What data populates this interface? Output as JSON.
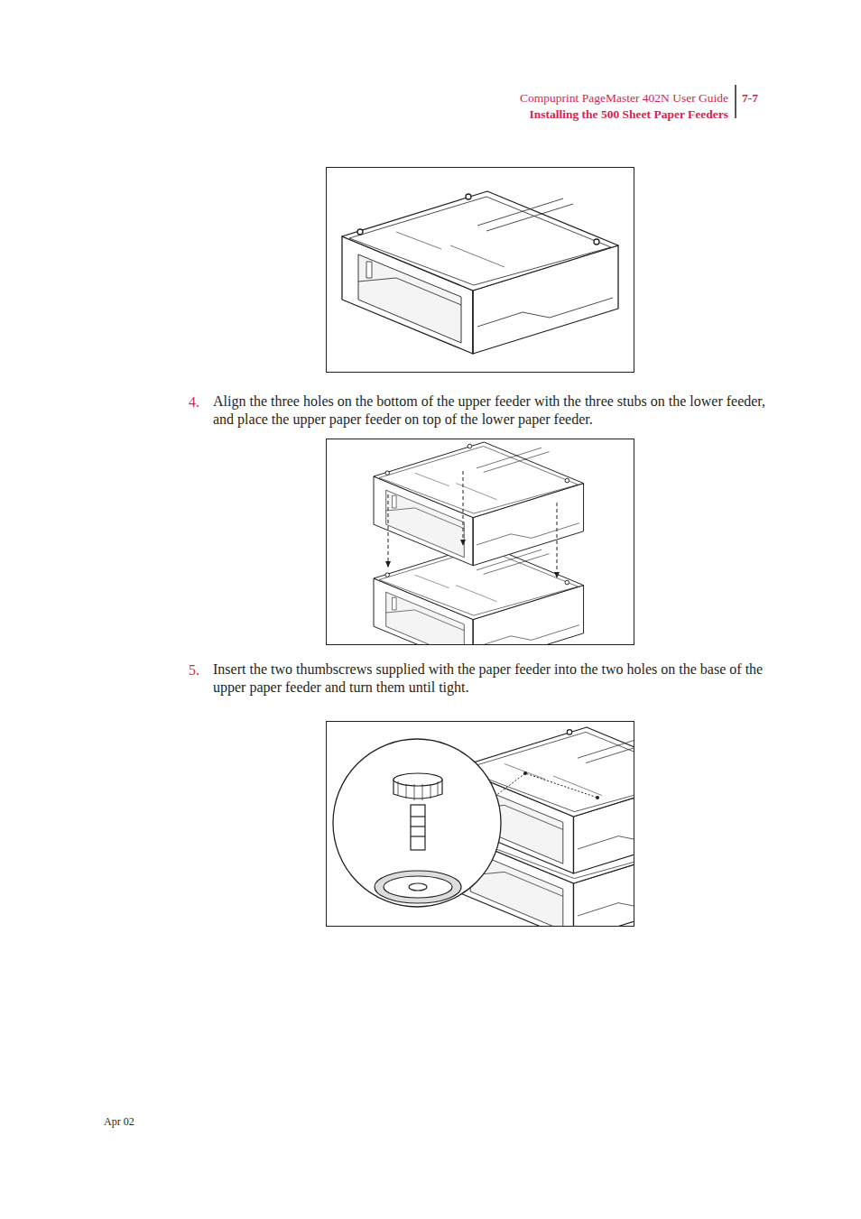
{
  "diagram": {
    "labels": [
      "Compuprint PageMaster 402N User Guide",
      "Installing the 500 Sheet Paper Feeders",
      "7-7",
      "4.",
      "Align the three holes on the bottom of the upper feeder with the three stubs on the lower feeder, and place the upper paper feeder on top of the lower paper feeder.",
      "5.",
      "Insert the two thumbscrews supplied with the paper feeder into the two holes on the base of the upper paper feeder and turn them until tight.",
      "Apr 02"
    ]
  }
}
